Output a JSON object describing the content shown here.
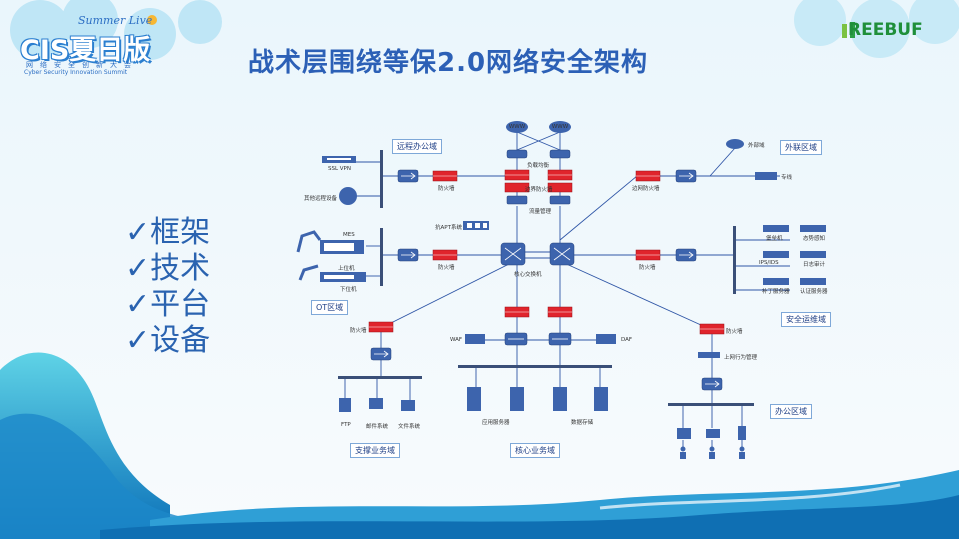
{
  "title": "战术层围绕等保2.0网络安全架构",
  "logo": {
    "summer": "Summer Live",
    "brand": "CIS夏日版",
    "sub_cn": "网络安全创新大会",
    "sub_en": "Cyber Security Innovation Summit"
  },
  "brand_right": "REEBUF",
  "bullets": [
    "✓框架",
    "✓技术",
    "✓平台",
    "✓设备"
  ],
  "zones": {
    "remote": "远程办公域",
    "external": "外联区域",
    "ot": "OT区域",
    "secops": "安全运维域",
    "support": "支撑业务域",
    "core": "核心业务域",
    "office": "办公区域"
  },
  "labels": {
    "ssl_vpn": "SSL VPN",
    "other_remote": "其他远程设备",
    "fw": "防火墙",
    "www": "WWW",
    "lb": "负载均衡",
    "edge_fw": "边界防火墙",
    "traffic": "流量管理",
    "edge_fw2": "边网防火墙",
    "ext_domain": "外部域",
    "carrier": "专线",
    "apt": "抗APT系统",
    "mes": "MES",
    "upper": "上位机",
    "lower": "下位机",
    "core_switch": "核心交换机",
    "bastion": "堡垒机",
    "situation": "态势感知",
    "ids": "IPS/IDS",
    "log_audit": "日志审计",
    "patch": "补丁服务器",
    "auth": "认证服务器",
    "waf": "WAF",
    "daf": "DAF",
    "behavior": "上网行为管理",
    "ftp": "FTP",
    "mail": "邮件系统",
    "file": "文件系统",
    "app_server": "应用服务器",
    "storage": "数据存储"
  },
  "colors": {
    "title": "#2c60b6",
    "line": "#2f56a6",
    "firewall": "#e0242c",
    "zone_border": "#7ea8d8"
  }
}
